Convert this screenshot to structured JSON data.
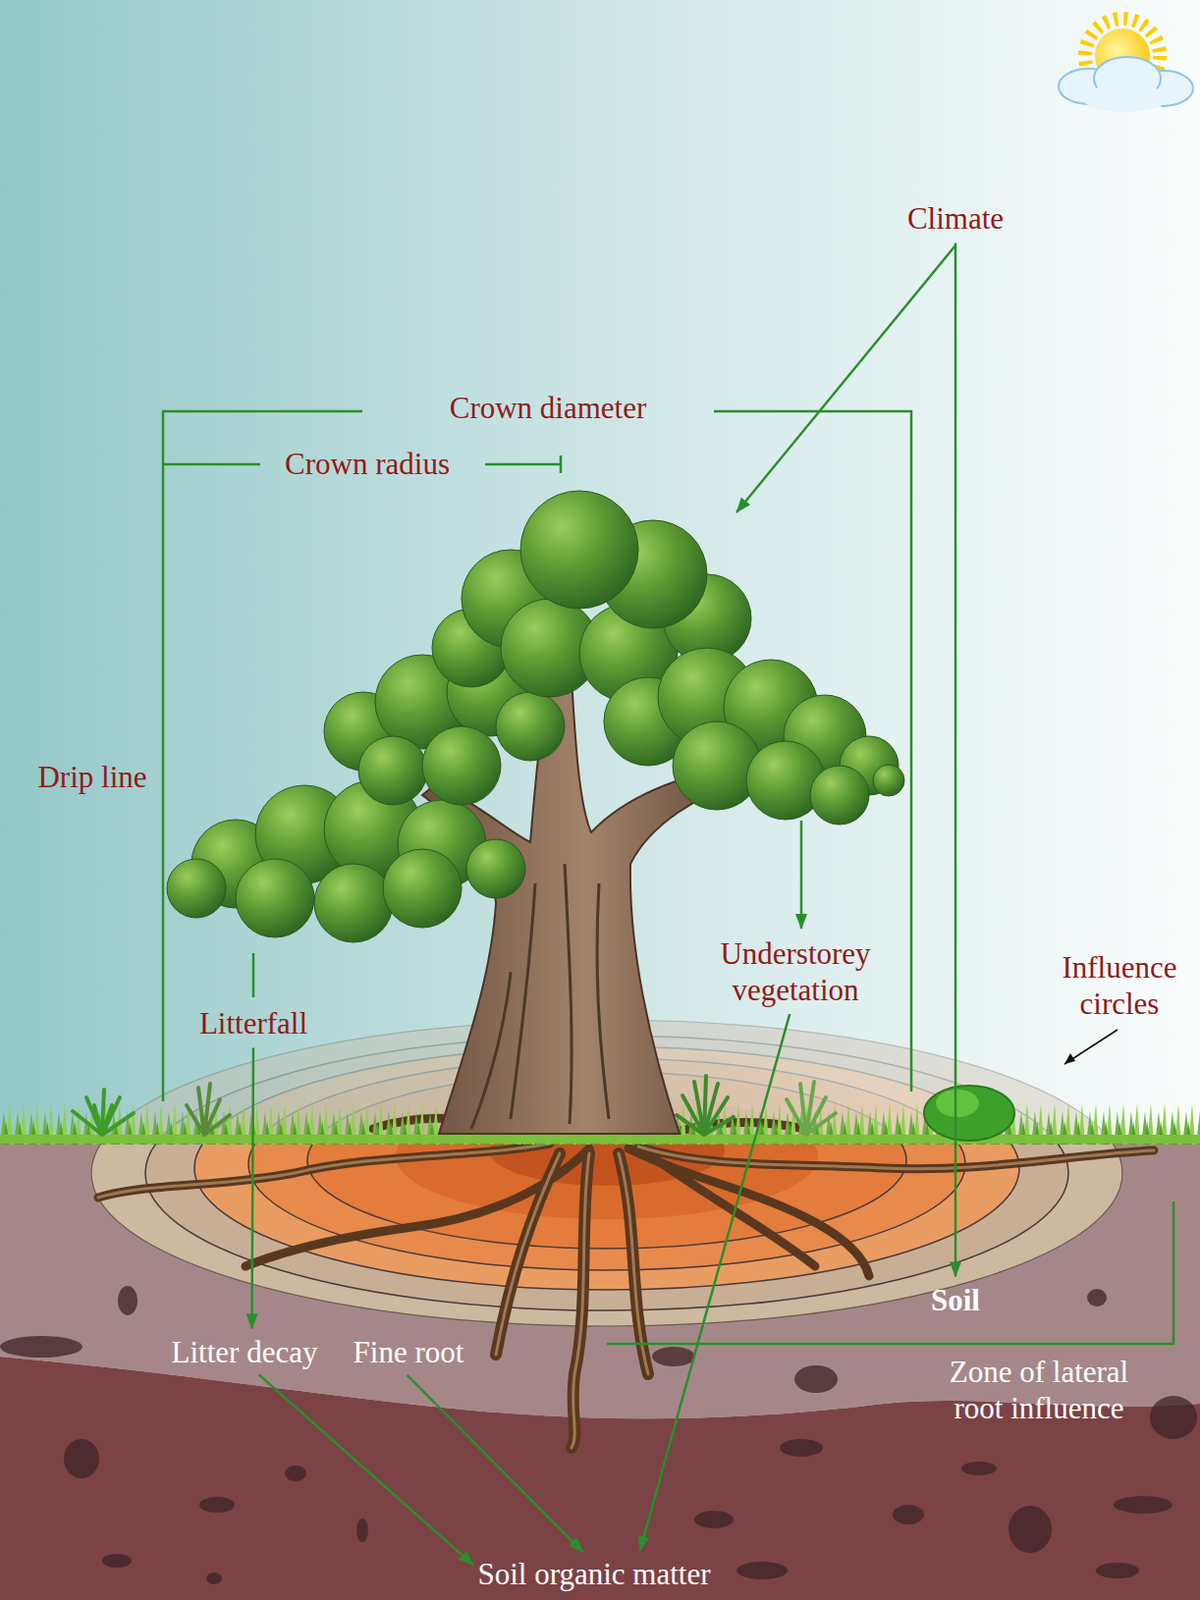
{
  "diagram": {
    "nodes": [
      {
        "text": [
          "Climate"
        ]
      },
      {
        "text": [
          "Understorey vegetation"
        ]
      },
      {
        "text": [
          "Litterfall"
        ]
      },
      {
        "text": [
          "Soil"
        ]
      },
      {
        "text": [
          "Litter decay"
        ]
      },
      {
        "text": [
          "Fine root"
        ]
      },
      {
        "text": [
          "Soil organic matter"
        ]
      }
    ],
    "edges": [
      {
        "from": 0,
        "to": 3,
        "arrow": "to"
      },
      {
        "from": 2,
        "to": 4,
        "arrow": "to"
      },
      {
        "from": 4,
        "to": 6,
        "arrow": "to"
      },
      {
        "from": 5,
        "to": 6,
        "arrow": "to"
      },
      {
        "from": 1,
        "to": 6,
        "arrow": "to"
      }
    ],
    "labels": [
      "Crown diameter",
      "Crown radius",
      "Drip line",
      "Influence circles",
      "Zone of lateral root influence"
    ]
  }
}
